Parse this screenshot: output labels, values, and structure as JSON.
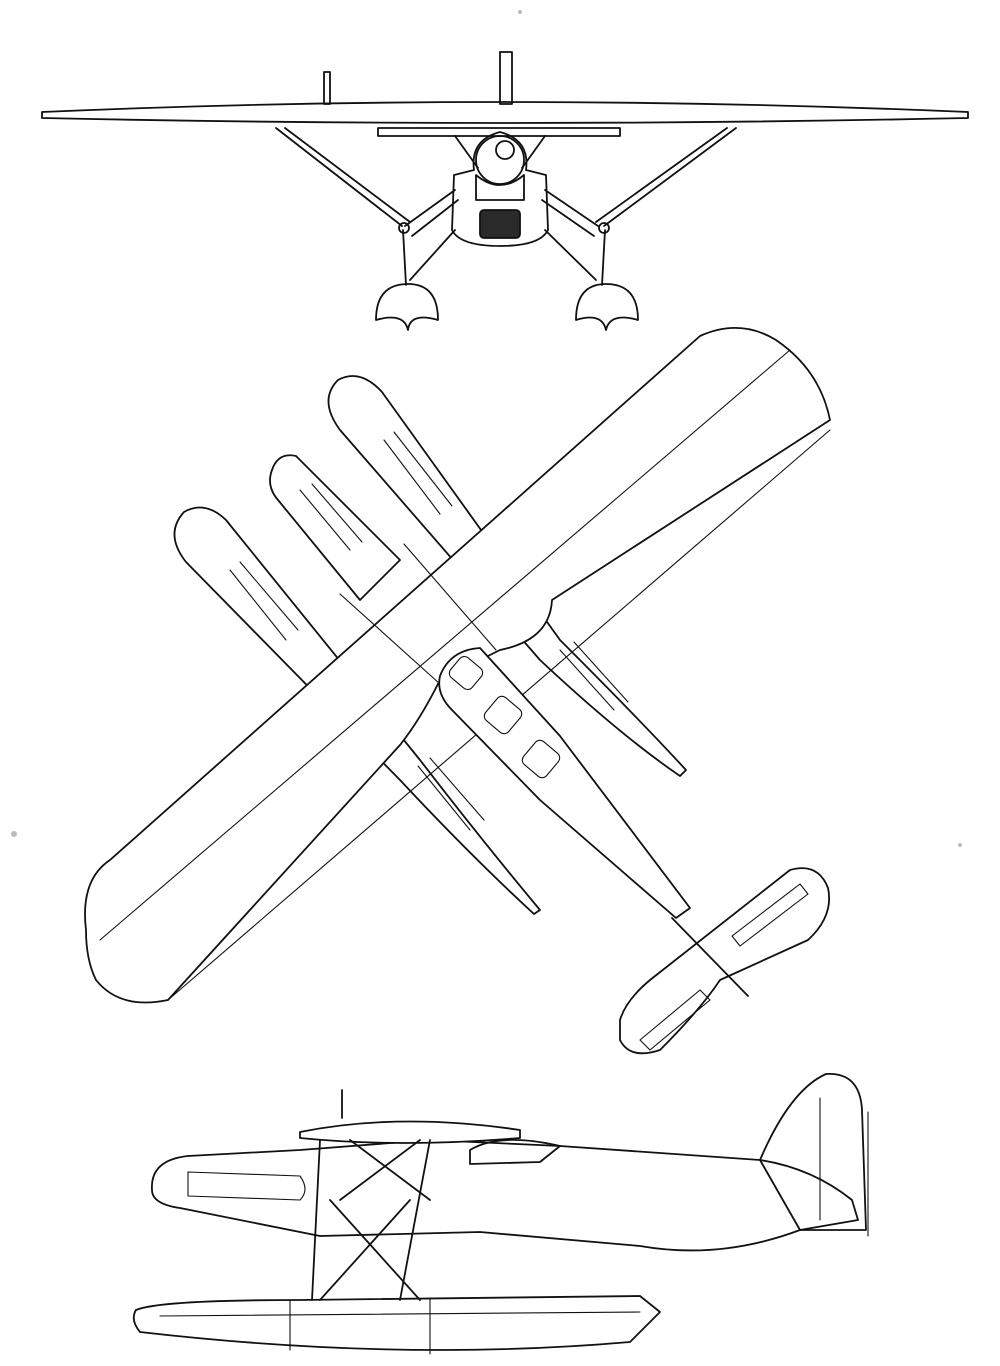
{
  "figure": {
    "views": [
      "front-view",
      "plan-view",
      "side-view"
    ],
    "subject": "float-seaplane-monoplane",
    "line_color": "#111111",
    "background": "#ffffff"
  }
}
